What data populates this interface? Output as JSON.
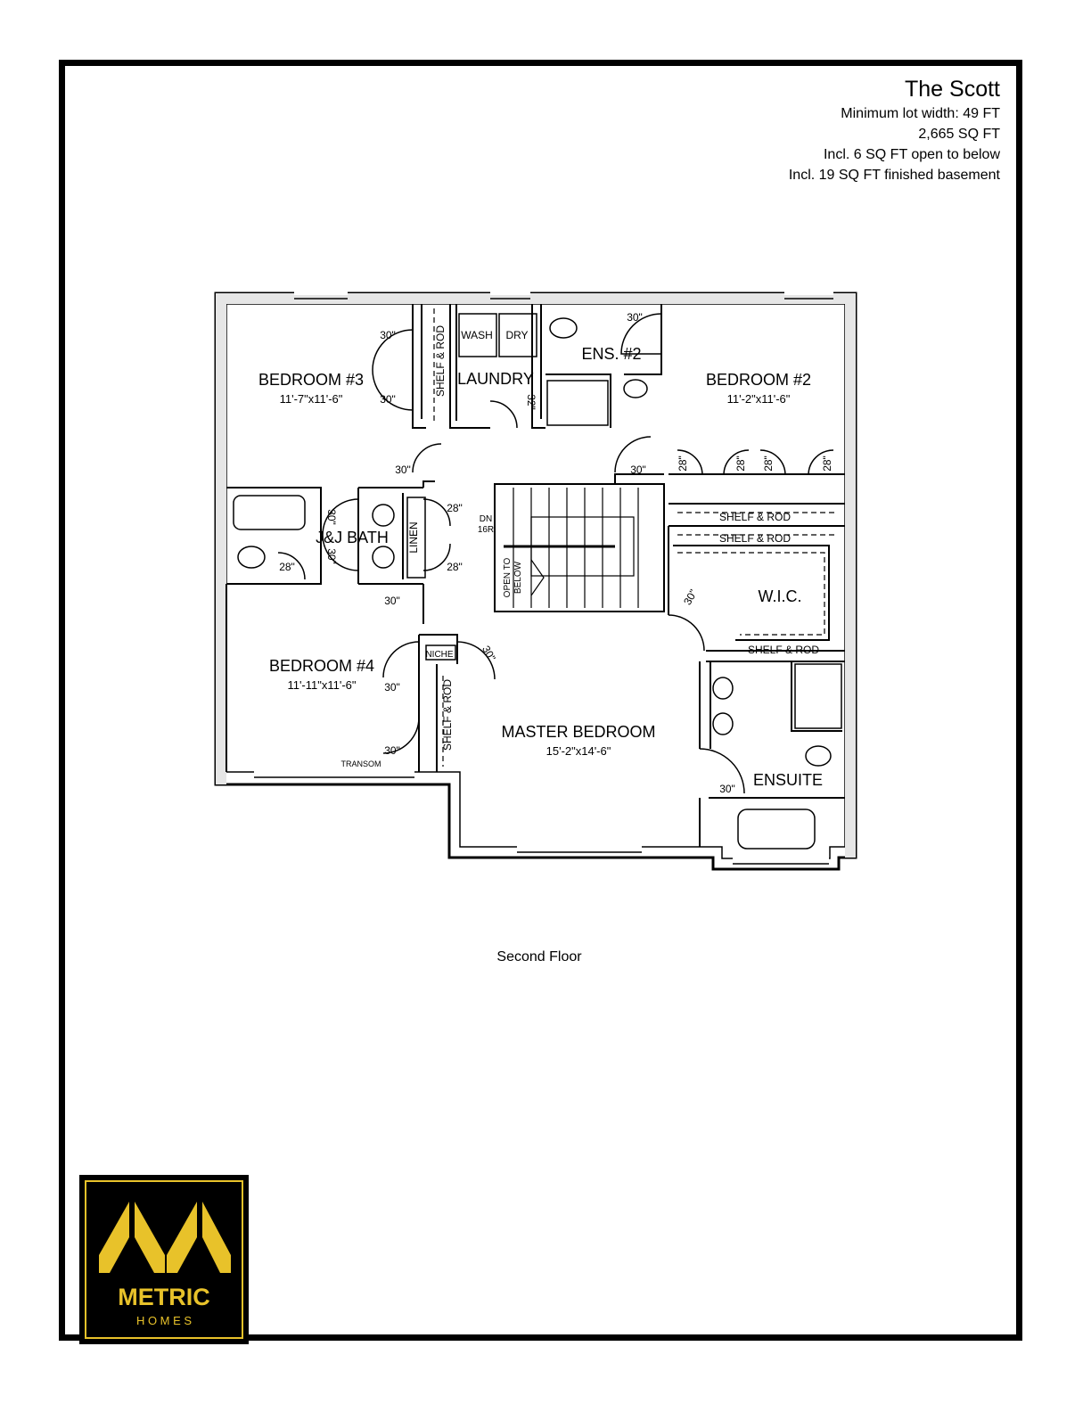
{
  "header": {
    "title": "The Scott",
    "lot_width": "Minimum lot width: 49 FT",
    "area": "2,665 SQ FT",
    "open_below": "Incl. 6 SQ FT open to below",
    "basement": "Incl. 19 SQ FT finished basement"
  },
  "rooms": {
    "bedroom3": {
      "name": "BEDROOM #3",
      "dims": "11'-7\"x11'-6\""
    },
    "bedroom2": {
      "name": "BEDROOM #2",
      "dims": "11'-2\"x11'-6\""
    },
    "bedroom4": {
      "name": "BEDROOM #4",
      "dims": "11'-11\"x11'-6\""
    },
    "master": {
      "name": "MASTER BEDROOM",
      "dims": "15'-2\"x14'-6\""
    },
    "laundry": "LAUNDRY",
    "ens2": "ENS. #2",
    "jj_bath": "J&J BATH",
    "ensuite": "ENSUITE",
    "wic": "W.I.C.",
    "linen": "LINEN",
    "niche": "NICHE",
    "open_to_below": [
      "OPEN TO",
      "BELOW"
    ],
    "stair_dn": "DN",
    "stair_risers": "16R",
    "transom": "TRANSOM",
    "wash": "WASH",
    "dry": "DRY",
    "shelf_rod": "SHELF & ROD"
  },
  "door_labels": {
    "d30": "30\"",
    "d28": "28\"",
    "d32": "32\""
  },
  "caption": "Second Floor",
  "logo": {
    "name": "METRIC",
    "sub": "H O M E S",
    "color": "#e8c22a"
  }
}
